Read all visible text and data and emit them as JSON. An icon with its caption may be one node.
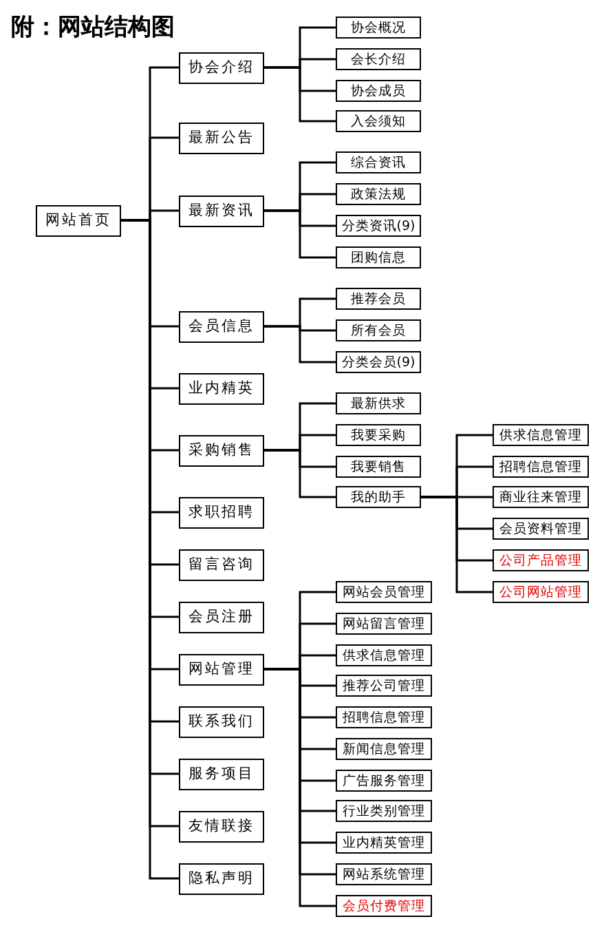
{
  "diagram": {
    "title": "附：网站结构图",
    "nodes": [
      {
        "text": [
          "网站首页"
        ]
      },
      {
        "text": [
          "协会介绍"
        ]
      },
      {
        "text": [
          "协会概况"
        ]
      },
      {
        "text": [
          "会长介绍"
        ]
      },
      {
        "text": [
          "协会成员"
        ]
      },
      {
        "text": [
          "入会须知"
        ]
      },
      {
        "text": [
          "最新公告"
        ]
      },
      {
        "text": [
          "最新资讯"
        ]
      },
      {
        "text": [
          "综合资讯"
        ]
      },
      {
        "text": [
          "政策法规"
        ]
      },
      {
        "text": [
          "分类资讯(9)"
        ]
      },
      {
        "text": [
          "团购信息"
        ]
      },
      {
        "text": [
          "会员信息"
        ]
      },
      {
        "text": [
          "推荐会员"
        ]
      },
      {
        "text": [
          "所有会员"
        ]
      },
      {
        "text": [
          "分类会员(9)"
        ]
      },
      {
        "text": [
          "业内精英"
        ]
      },
      {
        "text": [
          "采购销售"
        ]
      },
      {
        "text": [
          "最新供求"
        ]
      },
      {
        "text": [
          "我要采购"
        ]
      },
      {
        "text": [
          "我要销售"
        ]
      },
      {
        "text": [
          "我的助手"
        ]
      },
      {
        "text": [
          "供求信息管理"
        ]
      },
      {
        "text": [
          "招聘信息管理"
        ]
      },
      {
        "text": [
          "商业往来管理"
        ]
      },
      {
        "text": [
          "会员资料管理"
        ]
      },
      {
        "text": [
          "公司产品管理"
        ]
      },
      {
        "text": [
          "公司网站管理"
        ]
      },
      {
        "text": [
          "求职招聘"
        ]
      },
      {
        "text": [
          "留言咨询"
        ]
      },
      {
        "text": [
          "会员注册"
        ]
      },
      {
        "text": [
          "网站管理"
        ]
      },
      {
        "text": [
          "网站会员管理"
        ]
      },
      {
        "text": [
          "网站留言管理"
        ]
      },
      {
        "text": [
          "供求信息管理"
        ]
      },
      {
        "text": [
          "推荐公司管理"
        ]
      },
      {
        "text": [
          "招聘信息管理"
        ]
      },
      {
        "text": [
          "新闻信息管理"
        ]
      },
      {
        "text": [
          "广告服务管理"
        ]
      },
      {
        "text": [
          "行业类别管理"
        ]
      },
      {
        "text": [
          "业内精英管理"
        ]
      },
      {
        "text": [
          "网站系统管理"
        ]
      },
      {
        "text": [
          "会员付费管理"
        ]
      },
      {
        "text": [
          "联系我们"
        ]
      },
      {
        "text": [
          "服务项目"
        ]
      },
      {
        "text": [
          "友情联接"
        ]
      },
      {
        "text": [
          "隐私声明"
        ]
      }
    ],
    "edges": [
      {
        "from": 0,
        "to": 1,
        "arrow": "none"
      },
      {
        "from": 1,
        "to": 2,
        "arrow": "none"
      },
      {
        "from": 1,
        "to": 3,
        "arrow": "none"
      },
      {
        "from": 1,
        "to": 4,
        "arrow": "none"
      },
      {
        "from": 1,
        "to": 5,
        "arrow": "none"
      },
      {
        "from": 0,
        "to": 6,
        "arrow": "none"
      },
      {
        "from": 0,
        "to": 7,
        "arrow": "none"
      },
      {
        "from": 7,
        "to": 8,
        "arrow": "none"
      },
      {
        "from": 7,
        "to": 9,
        "arrow": "none"
      },
      {
        "from": 7,
        "to": 10,
        "arrow": "none"
      },
      {
        "from": 7,
        "to": 11,
        "arrow": "none"
      },
      {
        "from": 0,
        "to": 12,
        "arrow": "none"
      },
      {
        "from": 12,
        "to": 13,
        "arrow": "none"
      },
      {
        "from": 12,
        "to": 14,
        "arrow": "none"
      },
      {
        "from": 12,
        "to": 15,
        "arrow": "none"
      },
      {
        "from": 0,
        "to": 16,
        "arrow": "none"
      },
      {
        "from": 0,
        "to": 17,
        "arrow": "none"
      },
      {
        "from": 17,
        "to": 18,
        "arrow": "none"
      },
      {
        "from": 17,
        "to": 19,
        "arrow": "none"
      },
      {
        "from": 17,
        "to": 20,
        "arrow": "none"
      },
      {
        "from": 17,
        "to": 21,
        "arrow": "none"
      },
      {
        "from": 21,
        "to": 22,
        "arrow": "none"
      },
      {
        "from": 21,
        "to": 23,
        "arrow": "none"
      },
      {
        "from": 21,
        "to": 24,
        "arrow": "none"
      },
      {
        "from": 21,
        "to": 25,
        "arrow": "none"
      },
      {
        "from": 21,
        "to": 26,
        "arrow": "none"
      },
      {
        "from": 21,
        "to": 27,
        "arrow": "none"
      },
      {
        "from": 0,
        "to": 28,
        "arrow": "none"
      },
      {
        "from": 0,
        "to": 29,
        "arrow": "none"
      },
      {
        "from": 0,
        "to": 30,
        "arrow": "none"
      },
      {
        "from": 0,
        "to": 31,
        "arrow": "none"
      },
      {
        "from": 31,
        "to": 32,
        "arrow": "none"
      },
      {
        "from": 31,
        "to": 33,
        "arrow": "none"
      },
      {
        "from": 31,
        "to": 34,
        "arrow": "none"
      },
      {
        "from": 31,
        "to": 35,
        "arrow": "none"
      },
      {
        "from": 31,
        "to": 36,
        "arrow": "none"
      },
      {
        "from": 31,
        "to": 37,
        "arrow": "none"
      },
      {
        "from": 31,
        "to": 38,
        "arrow": "none"
      },
      {
        "from": 31,
        "to": 39,
        "arrow": "none"
      },
      {
        "from": 31,
        "to": 40,
        "arrow": "none"
      },
      {
        "from": 31,
        "to": 41,
        "arrow": "none"
      },
      {
        "from": 31,
        "to": 42,
        "arrow": "none"
      },
      {
        "from": 0,
        "to": 43,
        "arrow": "none"
      },
      {
        "from": 0,
        "to": 44,
        "arrow": "none"
      },
      {
        "from": 0,
        "to": 45,
        "arrow": "none"
      },
      {
        "from": 0,
        "to": 46,
        "arrow": "none"
      }
    ]
  }
}
